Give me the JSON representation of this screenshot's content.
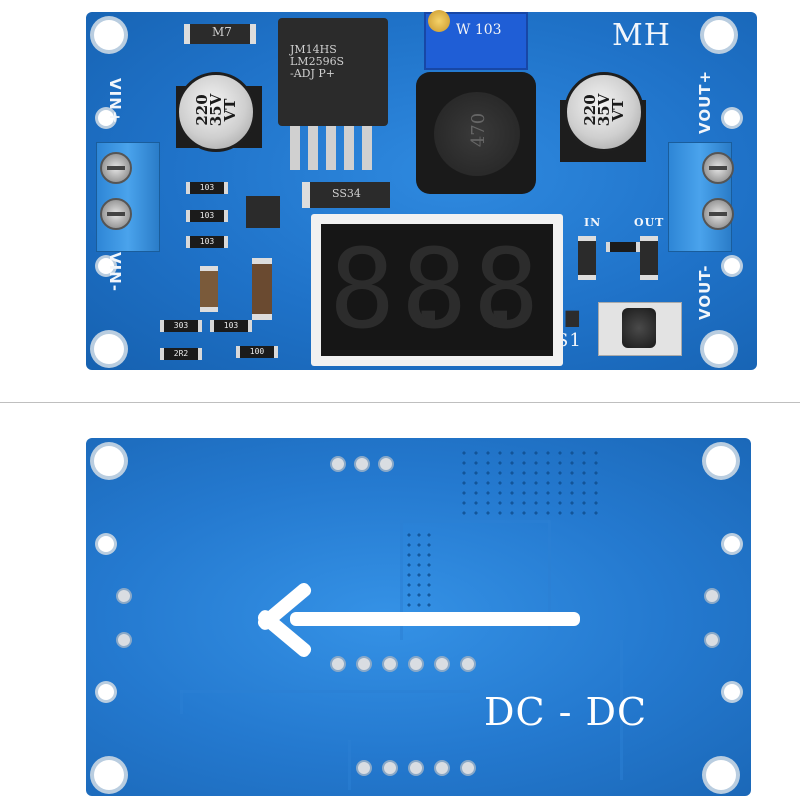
{
  "top_board": {
    "brand": "MH",
    "labels": {
      "vin_plus": "VIN+",
      "vin_minus": "VIN-",
      "vout_plus": "VOUT+",
      "vout_minus": "VOUT-",
      "in": "IN",
      "out": "OUT",
      "s1": "S1"
    },
    "capacitor_left": [
      "220",
      "35V",
      "VT"
    ],
    "capacitor_right": [
      "220",
      "35V",
      "VT"
    ],
    "regulator": [
      "JM14HS",
      "LM2596S",
      "-ADJ   P+"
    ],
    "potentiometer": "W 103",
    "diode": "SS34",
    "inductor": "470",
    "ic_m7": "M7",
    "display_digits": [
      "8.",
      "8.",
      "8."
    ],
    "smd": [
      "103",
      "103",
      "103",
      "303",
      "103",
      "2R2",
      "100"
    ]
  },
  "bottom_board": {
    "text": "DC - DC"
  },
  "colors": {
    "pcb_blue": "#1f72c8",
    "terminal_blue": "#3a95e2",
    "silkscreen": "#f2f6fb"
  }
}
